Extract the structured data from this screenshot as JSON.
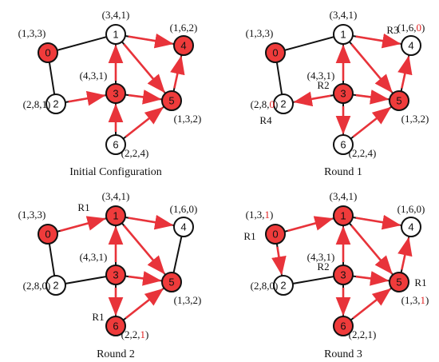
{
  "colors": {
    "active": "#ef3b3b",
    "inactive": "#ffffff",
    "edge": "#111111",
    "arrow": "#e8333a",
    "highlight": "#e02020"
  },
  "panels": [
    {
      "caption": "Initial Configuration",
      "nodes": [
        {
          "id": "0",
          "label": "(1,3,3)",
          "active": true,
          "extra": ""
        },
        {
          "id": "1",
          "label": "(3,4,1)",
          "active": false,
          "extra": ""
        },
        {
          "id": "2",
          "label": "(2,8,1)",
          "active": false,
          "extra": ""
        },
        {
          "id": "3",
          "label": "(4,3,1)",
          "active": true,
          "extra": ""
        },
        {
          "id": "4",
          "label": "(1,6,2)",
          "active": true,
          "extra": ""
        },
        {
          "id": "5",
          "label": "(1,3,2)",
          "active": true,
          "extra": ""
        },
        {
          "id": "6",
          "label": "(2,2,4)",
          "active": false,
          "extra": ""
        }
      ],
      "arrows": [
        [
          "1",
          "4"
        ],
        [
          "1",
          "5"
        ],
        [
          "2",
          "3"
        ],
        [
          "3",
          "1"
        ],
        [
          "3",
          "5"
        ],
        [
          "5",
          "4"
        ],
        [
          "6",
          "3"
        ],
        [
          "6",
          "5"
        ]
      ]
    },
    {
      "caption": "Round 1",
      "nodes": [
        {
          "id": "0",
          "label": "(1,3,3)",
          "active": true,
          "extra": ""
        },
        {
          "id": "1",
          "label": "(3,4,1)",
          "active": false,
          "extra": ""
        },
        {
          "id": "2",
          "label": "(2,8,0)",
          "active": false,
          "extra": "R4"
        },
        {
          "id": "3",
          "label": "(4,3,1)",
          "active": true,
          "extra": "R2"
        },
        {
          "id": "4",
          "label": "(1,6,0)",
          "active": false,
          "extra": "R3"
        },
        {
          "id": "5",
          "label": "(1,3,2)",
          "active": true,
          "extra": ""
        },
        {
          "id": "6",
          "label": "(2,2,4)",
          "active": false,
          "extra": ""
        }
      ],
      "arrows": [
        [
          "1",
          "4"
        ],
        [
          "1",
          "5"
        ],
        [
          "3",
          "1"
        ],
        [
          "3",
          "2"
        ],
        [
          "3",
          "5"
        ],
        [
          "3",
          "6"
        ],
        [
          "5",
          "4"
        ],
        [
          "6",
          "5"
        ]
      ]
    },
    {
      "caption": "Round 2",
      "nodes": [
        {
          "id": "0",
          "label": "(1,3,3)",
          "active": true,
          "extra": ""
        },
        {
          "id": "1",
          "label": "(3,4,1)",
          "active": true,
          "extra": "R1"
        },
        {
          "id": "2",
          "label": "(2,8,0)",
          "active": false,
          "extra": ""
        },
        {
          "id": "3",
          "label": "(4,3,1)",
          "active": true,
          "extra": ""
        },
        {
          "id": "4",
          "label": "(1,6,0)",
          "active": false,
          "extra": ""
        },
        {
          "id": "5",
          "label": "(1,3,2)",
          "active": true,
          "extra": ""
        },
        {
          "id": "6",
          "label": "(2,2,1)",
          "active": true,
          "extra": "R1"
        }
      ],
      "arrows": [
        [
          "0",
          "1"
        ],
        [
          "1",
          "4"
        ],
        [
          "1",
          "5"
        ],
        [
          "3",
          "1"
        ],
        [
          "3",
          "5"
        ],
        [
          "3",
          "6"
        ],
        [
          "6",
          "5"
        ]
      ]
    },
    {
      "caption": "Round 3",
      "nodes": [
        {
          "id": "0",
          "label": "(1,3,1)",
          "active": true,
          "extra": "R1"
        },
        {
          "id": "1",
          "label": "(3,4,1)",
          "active": true,
          "extra": ""
        },
        {
          "id": "2",
          "label": "(2,8,0)",
          "active": false,
          "extra": ""
        },
        {
          "id": "3",
          "label": "(4,3,1)",
          "active": true,
          "extra": "R2"
        },
        {
          "id": "4",
          "label": "(1,6,0)",
          "active": false,
          "extra": ""
        },
        {
          "id": "5",
          "label": "(1,3,1)",
          "active": true,
          "extra": "R1"
        },
        {
          "id": "6",
          "label": "(2,2,1)",
          "active": true,
          "extra": ""
        }
      ],
      "arrows": [
        [
          "0",
          "1"
        ],
        [
          "0",
          "2"
        ],
        [
          "1",
          "4"
        ],
        [
          "1",
          "5"
        ],
        [
          "3",
          "1"
        ],
        [
          "3",
          "5"
        ],
        [
          "3",
          "6"
        ],
        [
          "5",
          "4"
        ],
        [
          "6",
          "5"
        ]
      ]
    }
  ]
}
